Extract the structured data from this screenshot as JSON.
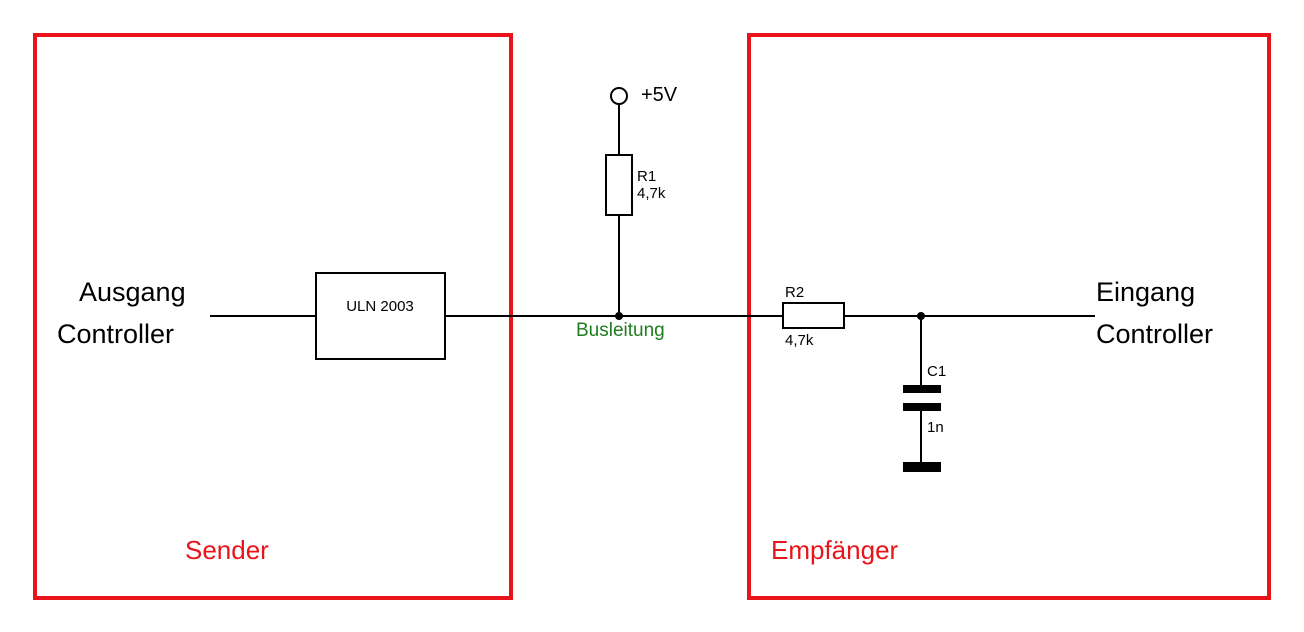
{
  "colors": {
    "box": "#e8141a",
    "wire": "#000000",
    "bus_label": "#1e7d1e",
    "section_label": "#e8141a"
  },
  "sender": {
    "title": "Sender",
    "output_label_line1": "Ausgang",
    "output_label_line2": "Controller",
    "driver": "ULN 2003"
  },
  "bus": {
    "label": "Busleitung",
    "supply": "+5V",
    "pullup": {
      "name": "R1",
      "value": "4,7k"
    }
  },
  "receiver": {
    "title": "Empfänger",
    "input_label_line1": "Eingang",
    "input_label_line2": "Controller",
    "resistor": {
      "name": "R2",
      "value": "4,7k"
    },
    "capacitor": {
      "name": "C1",
      "value": "1n"
    }
  }
}
